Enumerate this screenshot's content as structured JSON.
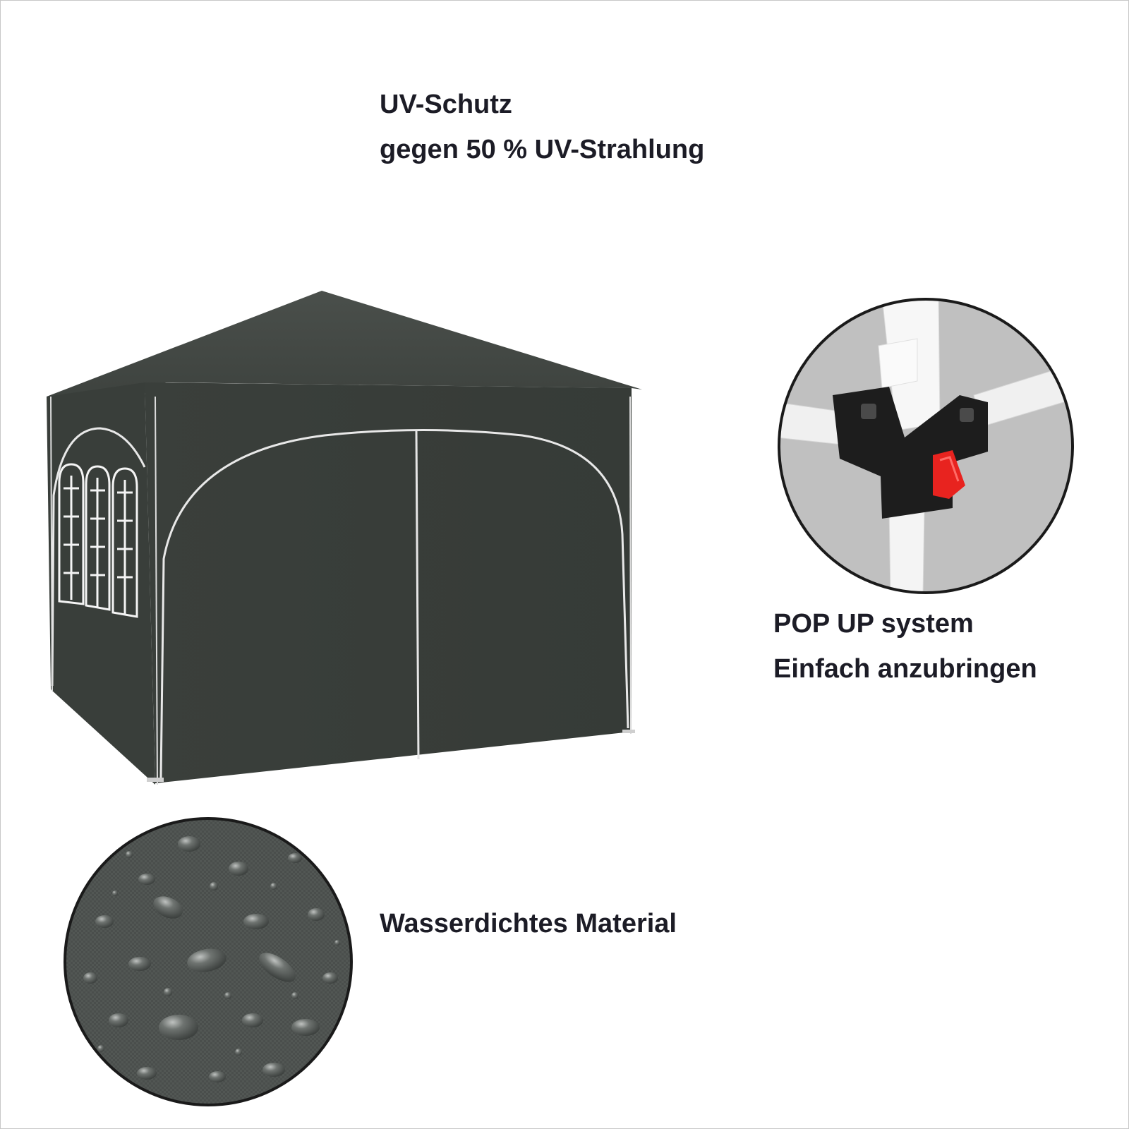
{
  "features": {
    "uv_protection": {
      "line1": "UV-Schutz",
      "line2": "gegen 50 % UV-Strahlung"
    },
    "pop_up": {
      "line1": "POP UP system",
      "line2": "Einfach anzubringen"
    },
    "waterproof": {
      "line1": "Wasserdichtes Material"
    }
  },
  "colors": {
    "background": "#ffffff",
    "caption_text": "#1c1c26",
    "tent_fabric": "#3b403c",
    "frame_metal": "#f2f2f2",
    "release_button": "#e8231f"
  }
}
